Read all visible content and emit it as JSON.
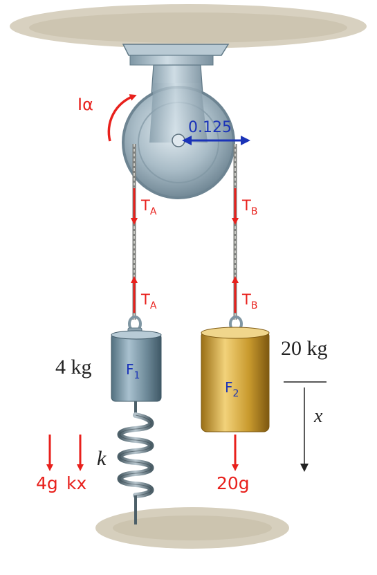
{
  "labels": {
    "angular": "Iα",
    "radius": "0.125",
    "tension_a": "T",
    "tension_a_sub": "A",
    "tension_b": "T",
    "tension_b_sub": "B",
    "mass_left": "4 kg",
    "mass_right": "20 kg",
    "force_left": "F",
    "force_left_sub": "1",
    "force_right": "F",
    "force_right_sub": "2",
    "spring": "k",
    "weight_left": "4g",
    "spring_force": "kx",
    "weight_right": "20g",
    "displacement": "x"
  },
  "colors": {
    "force_red": "#e8201c",
    "dimension_blue": "#1a33b8",
    "steel": "#8fa7b5",
    "brass": "#c99a2e"
  }
}
